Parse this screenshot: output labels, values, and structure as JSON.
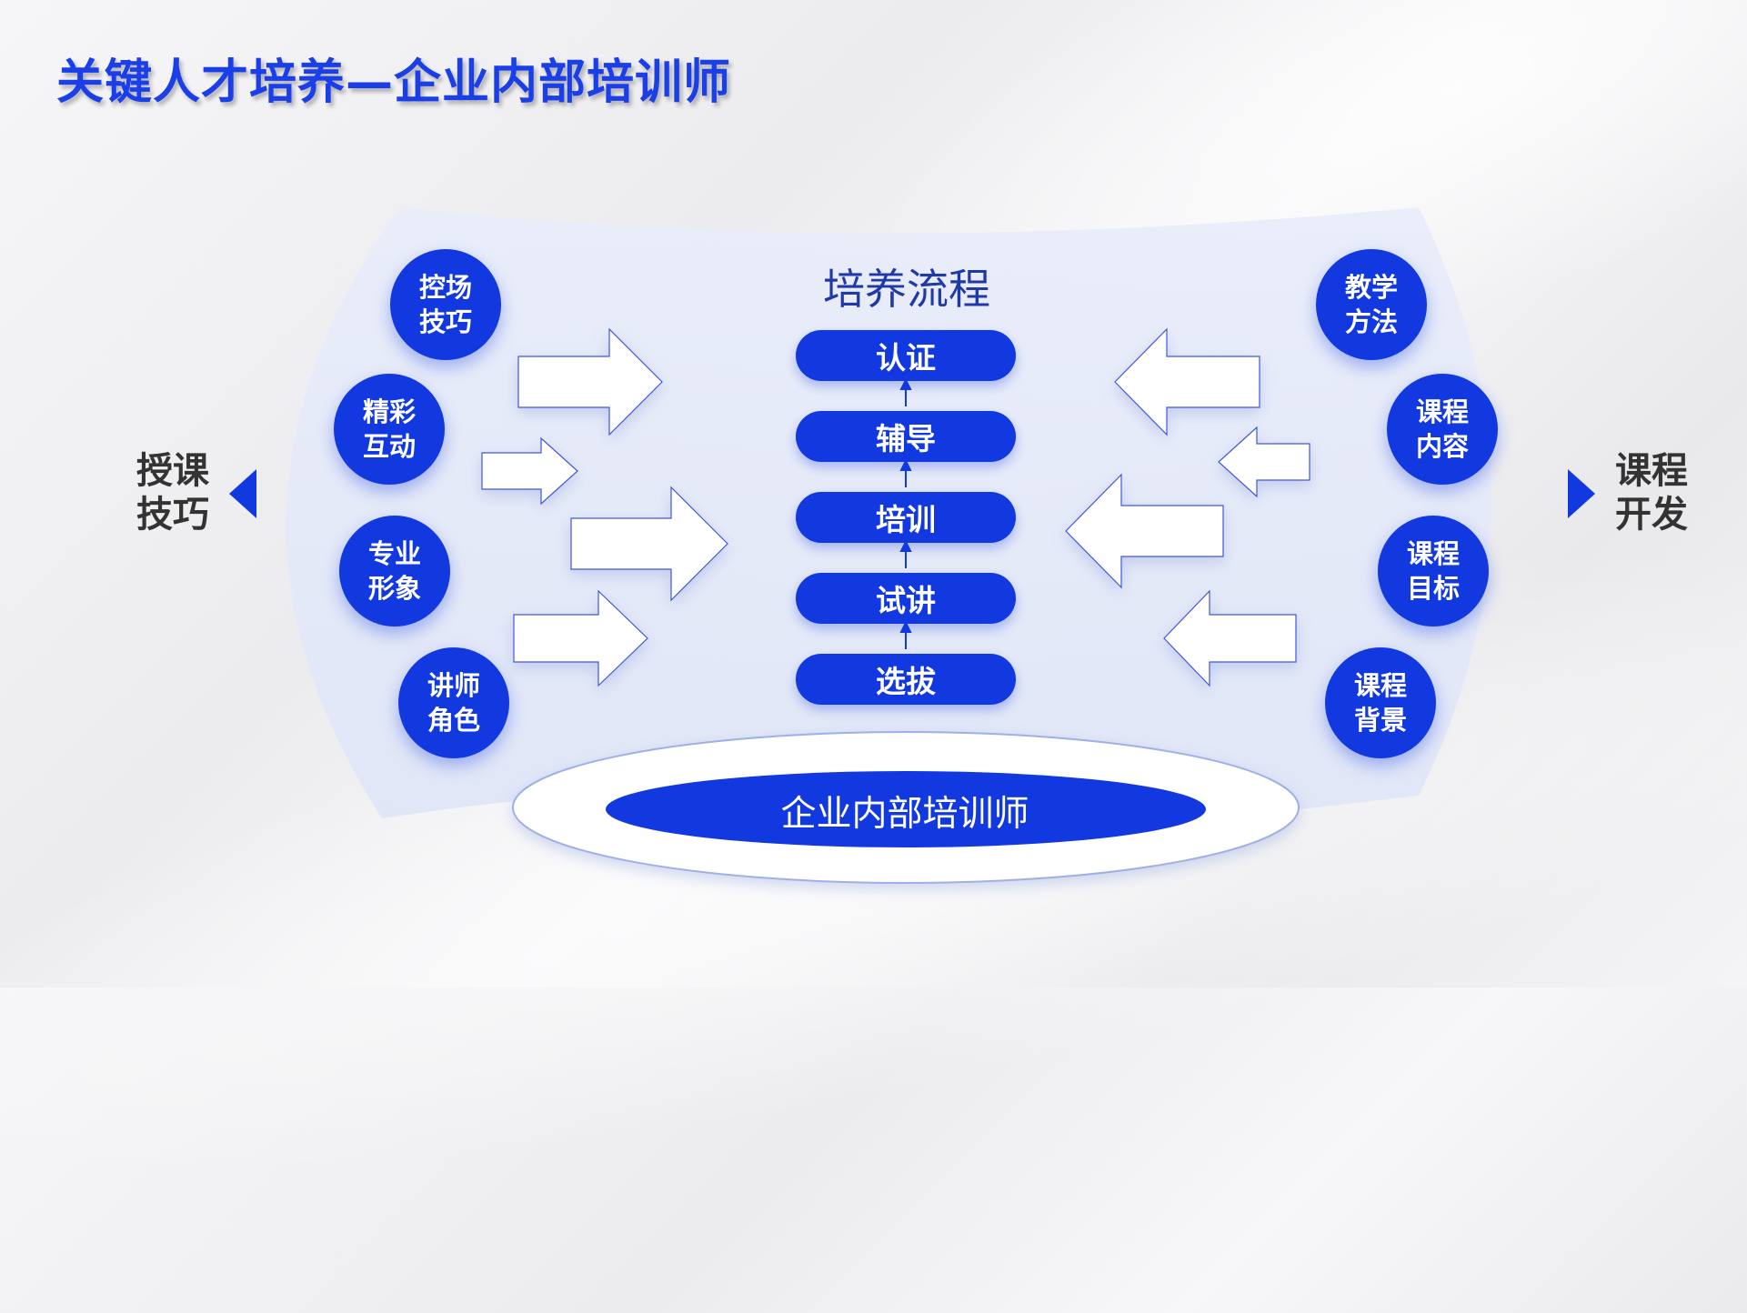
{
  "title": "关键人才培养—企业内部培训师",
  "flow": {
    "title": "培养流程",
    "steps": [
      "认证",
      "辅导",
      "培训",
      "试讲",
      "选拔"
    ]
  },
  "left": {
    "label_line1": "授课",
    "label_line2": "技巧",
    "items": [
      {
        "line1": "控场",
        "line2": "技巧"
      },
      {
        "line1": "精彩",
        "line2": "互动"
      },
      {
        "line1": "专业",
        "line2": "形象"
      },
      {
        "line1": "讲师",
        "line2": "角色"
      }
    ]
  },
  "right": {
    "label_line1": "课程",
    "label_line2": "开发",
    "items": [
      {
        "line1": "教学",
        "line2": "方法"
      },
      {
        "line1": "课程",
        "line2": "内容"
      },
      {
        "line1": "课程",
        "line2": "目标"
      },
      {
        "line1": "课程",
        "line2": "背景"
      }
    ]
  },
  "base": {
    "text": "企业内部培训师"
  },
  "colors": {
    "accent": "#1238e0",
    "title": "#1a3ee8",
    "panel": "#e4e9f8"
  }
}
